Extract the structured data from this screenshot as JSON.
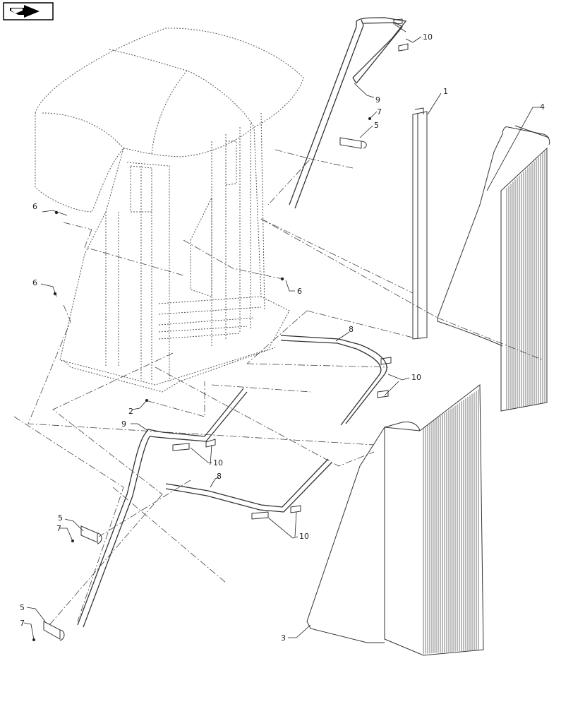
{
  "nav": {
    "icon": "next-page-arrow-icon"
  },
  "callouts": [
    {
      "id": "c1",
      "label": "1"
    },
    {
      "id": "c2",
      "label": "2"
    },
    {
      "id": "c3",
      "label": "3"
    },
    {
      "id": "c4",
      "label": "4"
    },
    {
      "id": "c5a",
      "label": "5"
    },
    {
      "id": "c5b",
      "label": "5"
    },
    {
      "id": "c5c",
      "label": "5"
    },
    {
      "id": "c6a",
      "label": "6"
    },
    {
      "id": "c6b",
      "label": "6"
    },
    {
      "id": "c6c",
      "label": "6"
    },
    {
      "id": "c7a",
      "label": "7"
    },
    {
      "id": "c7b",
      "label": "7"
    },
    {
      "id": "c7c",
      "label": "7"
    },
    {
      "id": "c8a",
      "label": "8"
    },
    {
      "id": "c8b",
      "label": "8"
    },
    {
      "id": "c9a",
      "label": "9"
    },
    {
      "id": "c9b",
      "label": "9"
    },
    {
      "id": "c10a",
      "label": "10"
    },
    {
      "id": "c10b",
      "label": "10"
    },
    {
      "id": "c10c",
      "label": "10"
    },
    {
      "id": "c10d",
      "label": "10"
    }
  ]
}
